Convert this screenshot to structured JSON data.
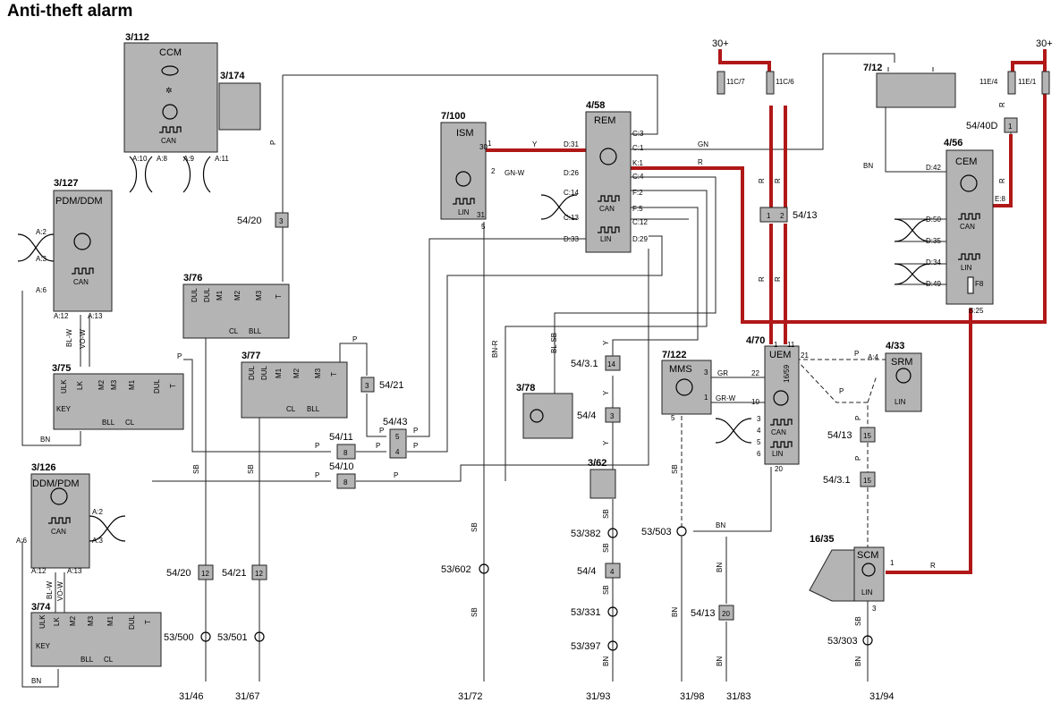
{
  "title": "Anti-theft alarm",
  "components": [
    {
      "id": "3/112",
      "name": "CCM"
    },
    {
      "id": "3/174",
      "name": ""
    },
    {
      "id": "3/127",
      "name": "PDM/DDM"
    },
    {
      "id": "3/75",
      "name": ""
    },
    {
      "id": "3/126",
      "name": "DDM/PDM"
    },
    {
      "id": "3/74",
      "name": ""
    },
    {
      "id": "3/76",
      "name": ""
    },
    {
      "id": "3/77",
      "name": ""
    },
    {
      "id": "7/100",
      "name": "ISM"
    },
    {
      "id": "4/58",
      "name": "REM"
    },
    {
      "id": "3/78",
      "name": ""
    },
    {
      "id": "3/62",
      "name": ""
    },
    {
      "id": "7/122",
      "name": "MMS"
    },
    {
      "id": "4/70",
      "name": "UEM"
    },
    {
      "id": "4/33",
      "name": "SRM"
    },
    {
      "id": "7/12",
      "name": ""
    },
    {
      "id": "4/56",
      "name": "CEM"
    },
    {
      "id": "16/35",
      "name": "SCM"
    }
  ],
  "labels": {
    "can": "CAN",
    "lin": "LIN",
    "key": "KEY",
    "p": "P",
    "y": "Y",
    "r": "R",
    "gn": "GN",
    "bn": "BN",
    "sb": "SB",
    "gnw": "GN-W",
    "gr": "GR",
    "grw": "GR-W",
    "blw": "BL-W",
    "vow": "VO-W",
    "bnr": "BN-R",
    "blsb": "BL-SB",
    "plus30": "30+",
    "uls": "ULK",
    "lk": "LK",
    "m1": "M1",
    "m2": "M2",
    "m3": "M3",
    "dul": "DUL",
    "t": "T",
    "bll": "BLL",
    "cl": "CL"
  },
  "connectors": [
    "54/20",
    "54/21",
    "54/11",
    "54/10",
    "54/43",
    "54/13",
    "54/40D",
    "54/3.1",
    "54/4",
    "11C/7",
    "11C/6",
    "11E/4",
    "11E/1"
  ],
  "grounds": [
    "53/500",
    "53/501",
    "53/602",
    "53/382",
    "53/331",
    "53/397",
    "53/503",
    "53/303"
  ],
  "ground_terminals": [
    "31/46",
    "31/67",
    "31/72",
    "31/93",
    "31/98",
    "31/83",
    "31/94"
  ],
  "pins": {
    "ccm": [
      "A:10",
      "A:8",
      "A:9",
      "A:11"
    ],
    "pdm": [
      "A:2",
      "A:3",
      "A:6",
      "A:12",
      "A:13"
    ],
    "ism": [
      "30",
      "1",
      "2",
      "31",
      "5"
    ],
    "rem_left": [
      "D:31",
      "D:26",
      "C:14",
      "C:13",
      "D:33"
    ],
    "rem_right": [
      "C:3",
      "C:1",
      "K:1",
      "C:4",
      "F:2",
      "F:5",
      "C:12",
      "D:29"
    ],
    "uem": [
      "22",
      "21",
      "16/59",
      "10",
      "3",
      "4",
      "5",
      "6",
      "20",
      "1",
      "11"
    ],
    "cem": [
      "D:42",
      "E:8",
      "D:50",
      "D:35",
      "D:34",
      "D:49",
      "F8",
      "B:25"
    ],
    "mms": [
      "3",
      "1",
      "5"
    ],
    "scm": [
      "1",
      "3"
    ],
    "srm": [
      "A:4"
    ],
    "misc": [
      "1",
      "2",
      "3",
      "4",
      "5",
      "8",
      "12",
      "14",
      "15",
      "20"
    ]
  }
}
